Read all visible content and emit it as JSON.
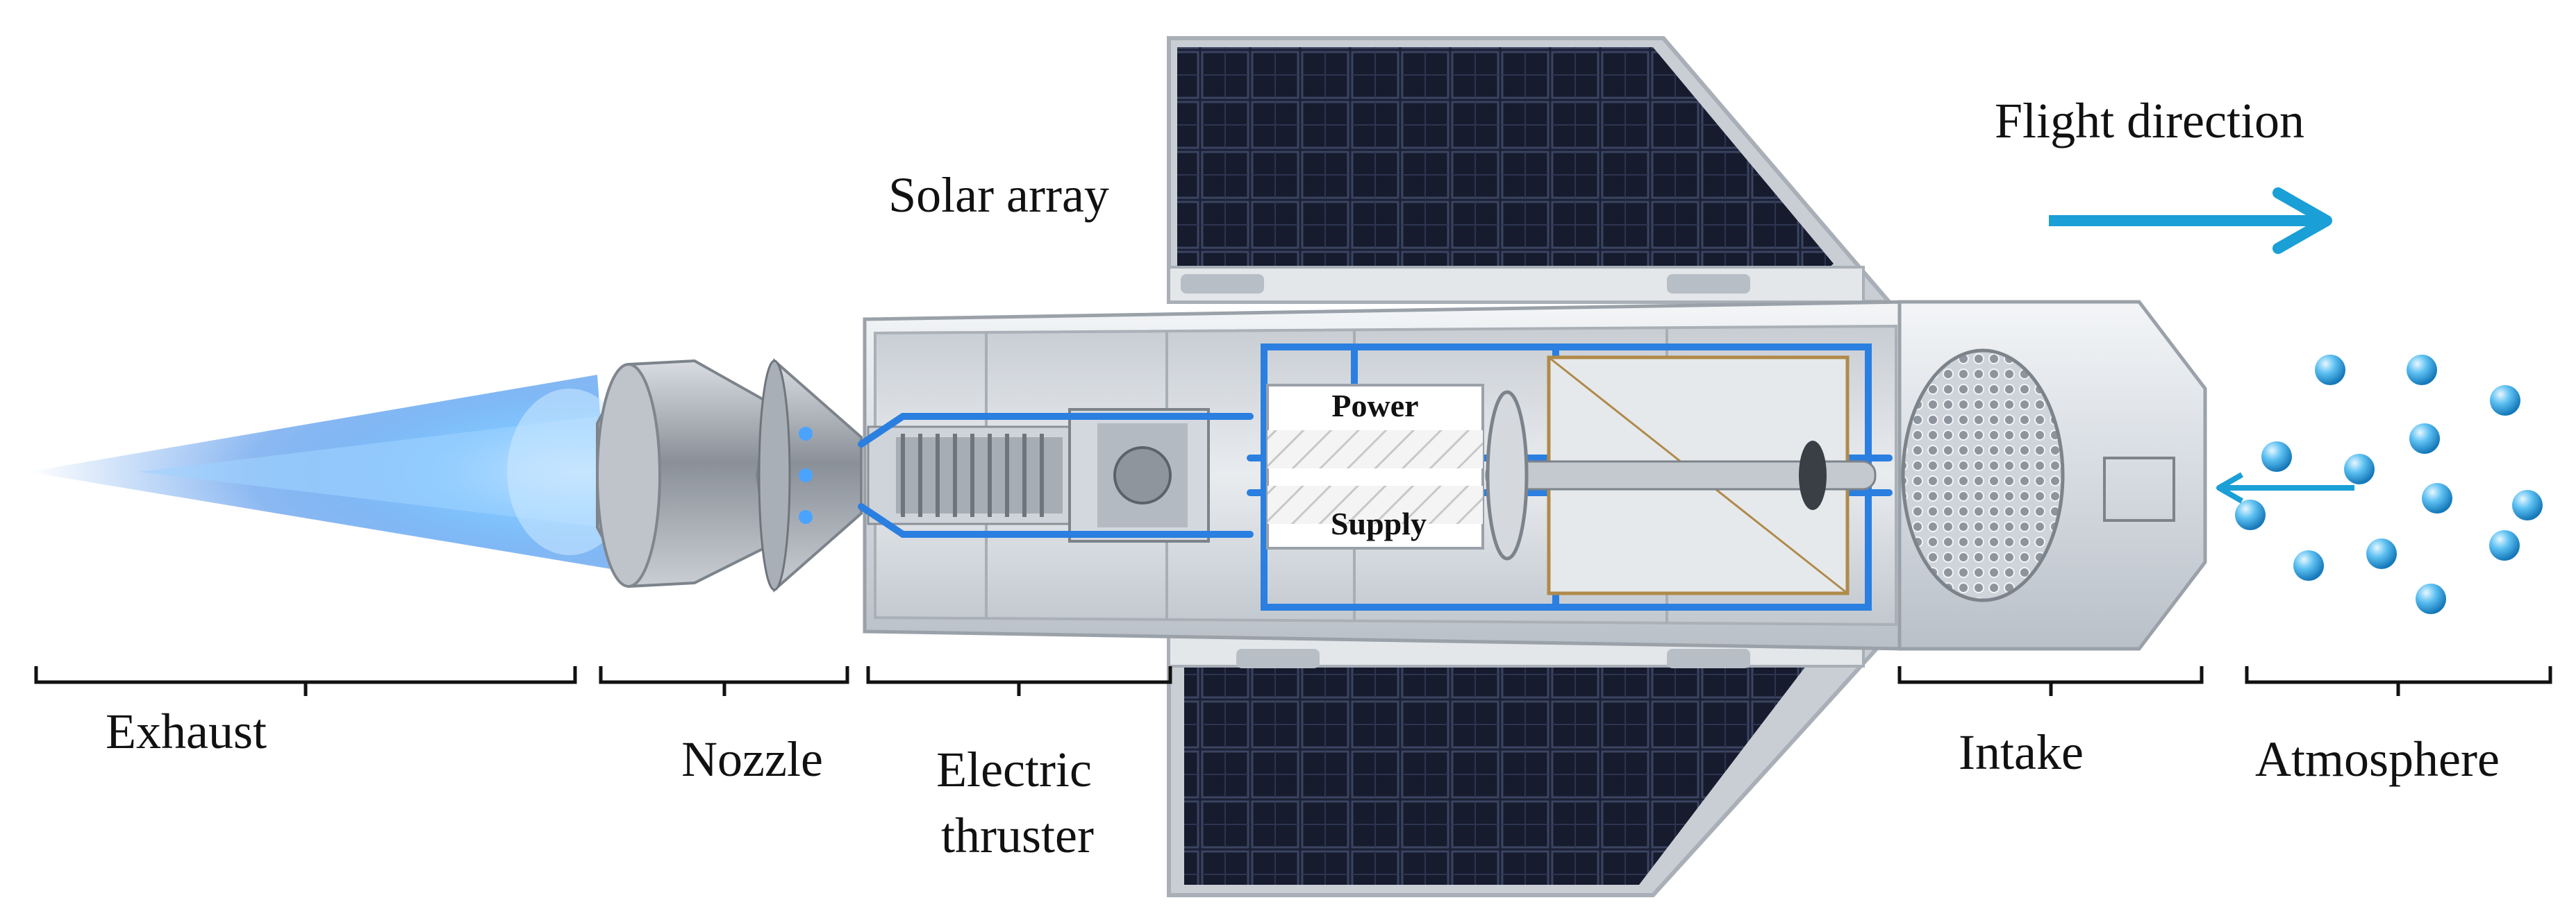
{
  "labels": {
    "flight_direction": "Flight direction",
    "solar_array": "Solar array",
    "power": "Power",
    "supply": "Supply",
    "exhaust": "Exhaust",
    "nozzle": "Nozzle",
    "electric": "Electric",
    "thruster": "thruster",
    "intake": "Intake",
    "atmosphere": "Atmosphere"
  },
  "colors": {
    "arrow_blue": "#1a9fd6",
    "plasma_blue": "#5fb4ff",
    "pipe_blue": "#2a7fe0",
    "panel_dark": "#151a2c",
    "hull_light": "#dfe3e8",
    "particle_blue": "#3aa6e8"
  }
}
